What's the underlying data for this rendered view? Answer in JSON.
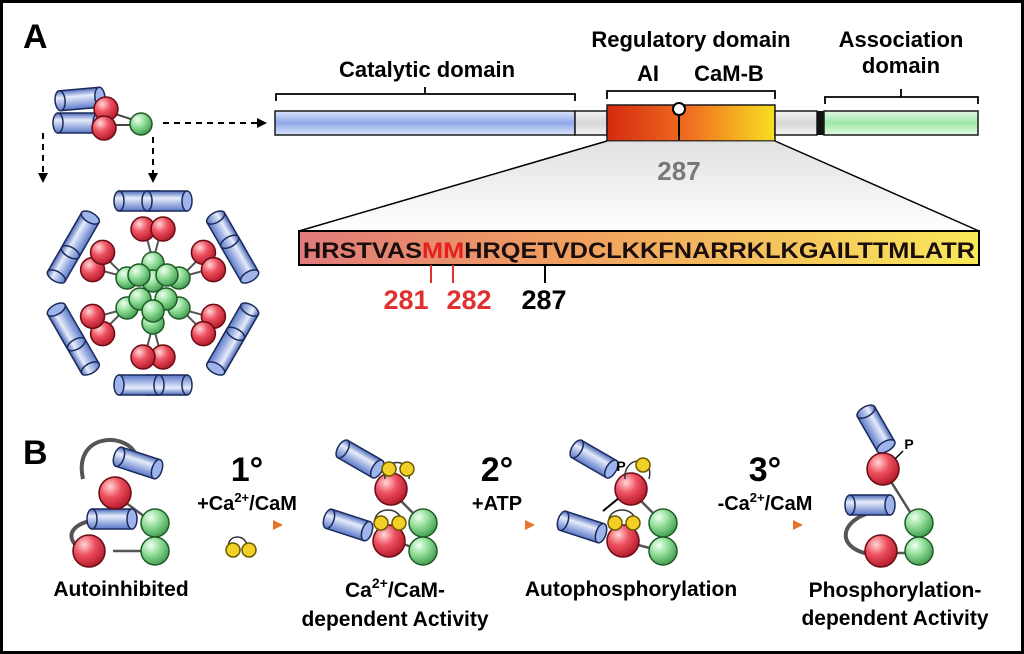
{
  "panels": {
    "a": "A",
    "b": "B"
  },
  "domain_bar": {
    "catalytic": "Catalytic domain",
    "regulatory": "Regulatory domain",
    "ai": "AI",
    "camb": "CaM-B",
    "association_line1": "Association",
    "association_line2": "domain",
    "site": "287"
  },
  "sequence": {
    "residues": [
      {
        "text": "HRSTVAS",
        "color": "#1a0d0d"
      },
      {
        "text": "MM",
        "color": "#e62020"
      },
      {
        "text": "HRQETVDCLKKFNARRKLKGAILTTMLATR",
        "color": "#1a0d0d"
      }
    ],
    "markers": [
      {
        "label": "281",
        "color": "#e03030"
      },
      {
        "label": "282",
        "color": "#e03030"
      },
      {
        "label": "287",
        "color": "#000000"
      }
    ]
  },
  "steps": [
    {
      "num": "1°",
      "cond_pre": "+Ca",
      "cond_sup": "2+",
      "cond_post": "/CaM"
    },
    {
      "num": "2°",
      "cond_pre": "+ATP",
      "cond_sup": "",
      "cond_post": ""
    },
    {
      "num": "3°",
      "cond_pre": "-Ca",
      "cond_sup": "2+",
      "cond_post": "/CaM"
    }
  ],
  "states": [
    {
      "line1": "Autoinhibited",
      "line2": ""
    },
    {
      "line1_pre": "Ca",
      "line1_sup": "2+",
      "line1_post": "/CaM-",
      "line2": "dependent Activity"
    },
    {
      "line1": "Autophosphorylation",
      "line2": ""
    },
    {
      "line1": "Phosphorylation-",
      "line2": "dependent Activity"
    }
  ],
  "phospho_label": "P",
  "colors": {
    "catalytic": "#8fa8e8",
    "association": "#9ee8a8",
    "subunit_red": "#e84050",
    "subunit_green": "#90dc98",
    "cylinder_blue": "#7a98dd",
    "calmodulin": "#f2d027",
    "arrow_orange": "#e8742a"
  }
}
